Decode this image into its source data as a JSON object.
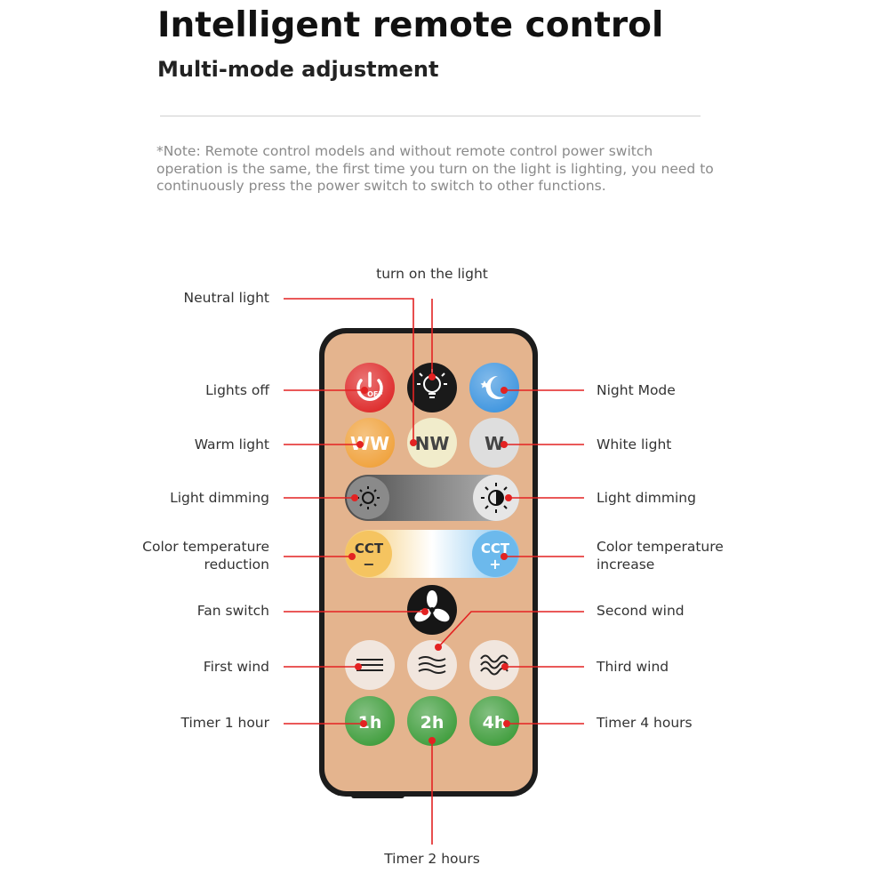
{
  "header": {
    "title": "Intelligent remote control",
    "subtitle": "Multi-mode adjustment",
    "note": "*Note: Remote control models and without remote control power switch operation is the same, the first time you turn on the light is lighting, you need to continuously press the power switch to switch to other functions."
  },
  "labels": {
    "turn_on": "turn on the light",
    "neutral": "Neutral light",
    "lights_off": "Lights off",
    "night_mode": "Night Mode",
    "warm": "Warm light",
    "white": "White light",
    "dim_left": "Light dimming",
    "dim_right": "Light dimming",
    "cct_down_1": "Color temperature",
    "cct_down_2": "reduction",
    "cct_up_1": "Color temperature",
    "cct_up_2": "increase",
    "fan_switch": "Fan switch",
    "second_wind": "Second wind",
    "first_wind": "First wind",
    "third_wind": "Third wind",
    "timer1": "Timer 1 hour",
    "timer4": "Timer 4 hours",
    "timer2": "Timer 2 hours"
  },
  "buttons": {
    "off_text": "OFF",
    "ww": "WW",
    "nw": "NW",
    "w": "W",
    "cct": "CCT",
    "minus": "−",
    "plus": "+",
    "t1": "1h",
    "t2": "2h",
    "t4": "4h"
  },
  "colors": {
    "remote_body": "#e4b48e",
    "remote_border": "#1c1c1c",
    "pointer_line": "#e32222",
    "power_red": "#de2a2a",
    "night_blue": "#3e95df",
    "warm_orange": "#f0a23c",
    "neutral_cream": "#f1eccb",
    "white_gray": "#dedede",
    "timer_green": "#3f9d3c",
    "wind_cream": "#f1e6de"
  }
}
